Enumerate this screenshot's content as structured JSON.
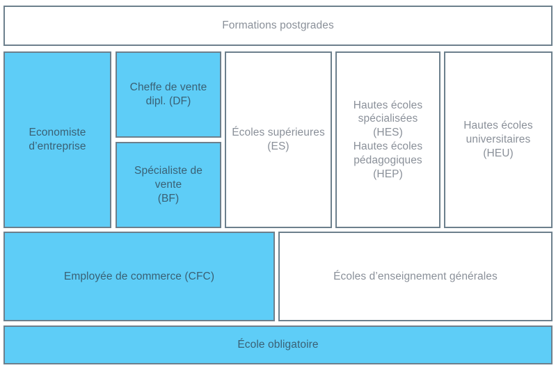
{
  "diagram": {
    "title_text": "Formations postgrades",
    "colors": {
      "blue_fill": "#5ecdf7",
      "white_fill": "#ffffff",
      "border": "#6c7f8c",
      "blue_text": "#3a6074",
      "white_text": "#8a9099"
    },
    "rows": {
      "row1": {
        "postgrades": "Formations postgrades"
      },
      "row2": {
        "economiste": "Economiste d’entreprise",
        "economiste_lines": [
          "Economiste",
          "d’entreprise"
        ],
        "cheffe_de_vente": "Cheffe de vente dipl. (DF)",
        "cheffe_de_vente_lines": [
          "Cheffe de vente",
          "dipl. (DF)"
        ],
        "specialiste_de_vente": "Spécialiste de vente (BF)",
        "specialiste_de_vente_lines": [
          "Spécialiste de vente",
          "(BF)"
        ],
        "ecoles_superieures": "Écoles supérieures (ES)",
        "ecoles_superieures_lines": [
          "Écoles supérieures",
          "(ES)"
        ],
        "hes_hep": "Hautes écoles spécialisées (HES) Hautes écoles pédagogiques (HEP)",
        "hes_hep_lines": [
          "Hautes écoles",
          "spécialisées",
          "(HES)",
          "Hautes écoles",
          "pédagogiques",
          "(HEP)"
        ],
        "heu": "Hautes écoles universitaires (HEU)",
        "heu_lines": [
          "Hautes écoles",
          "universitaires",
          "(HEU)"
        ]
      },
      "row3": {
        "employee_cfc": "Employée de commerce (CFC)",
        "ecoles_generales": "Écoles d’enseignement générales"
      },
      "row4": {
        "ecole_obligatoire": "École obligatoire"
      }
    }
  }
}
